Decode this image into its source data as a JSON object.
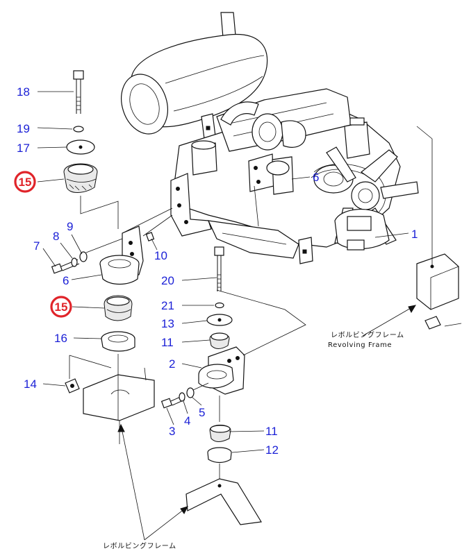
{
  "labels": [
    {
      "id": "18",
      "text": "18"
    },
    {
      "id": "19",
      "text": "19"
    },
    {
      "id": "17",
      "text": "17"
    },
    {
      "id": "15a",
      "text": "15",
      "highlight": true
    },
    {
      "id": "9",
      "text": "9"
    },
    {
      "id": "8",
      "text": "8"
    },
    {
      "id": "7",
      "text": "7"
    },
    {
      "id": "6a",
      "text": "6"
    },
    {
      "id": "10",
      "text": "10"
    },
    {
      "id": "6b",
      "text": "6"
    },
    {
      "id": "1",
      "text": "1"
    },
    {
      "id": "20",
      "text": "20"
    },
    {
      "id": "15b",
      "text": "15",
      "highlight": true
    },
    {
      "id": "21",
      "text": "21"
    },
    {
      "id": "13",
      "text": "13"
    },
    {
      "id": "16",
      "text": "16"
    },
    {
      "id": "11a",
      "text": "11"
    },
    {
      "id": "2",
      "text": "2"
    },
    {
      "id": "14",
      "text": "14"
    },
    {
      "id": "4",
      "text": "4"
    },
    {
      "id": "5",
      "text": "5"
    },
    {
      "id": "3",
      "text": "3"
    },
    {
      "id": "11b",
      "text": "11"
    },
    {
      "id": "12",
      "text": "12"
    }
  ],
  "annotations": {
    "revolving_frame_right_jp": "レボルビングフレーム",
    "revolving_frame_right_en": "Revolving Frame",
    "revolving_frame_bottom_jp": "レボルビングフレーム"
  },
  "colors": {
    "part_number": "#1a1fd6",
    "highlight_callout": "#e0242a",
    "line_art": "#111111"
  }
}
